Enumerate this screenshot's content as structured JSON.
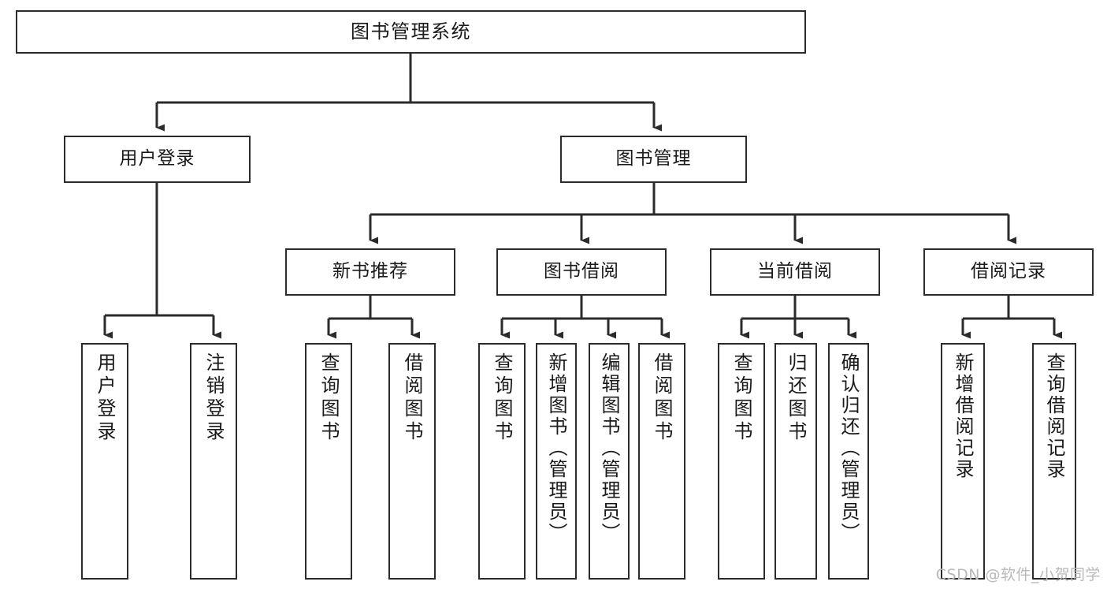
{
  "diagram": {
    "type": "tree-hierarchy",
    "title": "图书管理系统",
    "orientation": "top-down",
    "colors": {
      "box_border": "#2b2b2b",
      "box_fill": "#ffffff",
      "edge": "#2b2b2b",
      "text": "#1a1a1a",
      "watermark": "#b9b9b9",
      "background": "#ffffff"
    },
    "root": {
      "label": "图书管理系统"
    },
    "level2": [
      {
        "label": "用户登录"
      },
      {
        "label": "图书管理"
      }
    ],
    "level3": [
      {
        "label": "新书推荐"
      },
      {
        "label": "图书借阅"
      },
      {
        "label": "当前借阅"
      },
      {
        "label": "借阅记录"
      }
    ],
    "leaves": {
      "user_login": [
        {
          "label": "用户登录"
        },
        {
          "label": "注销登录"
        }
      ],
      "new_book_recommend": [
        {
          "label": "查询图书"
        },
        {
          "label": "借阅图书"
        }
      ],
      "book_borrow": [
        {
          "label": "查询图书"
        },
        {
          "label": "新增图书（管理员）"
        },
        {
          "label": "编辑图书（管理员）"
        },
        {
          "label": "借阅图书"
        }
      ],
      "current_borrow": [
        {
          "label": "查询图书"
        },
        {
          "label": "归还图书"
        },
        {
          "label": "确认归还（管理员）"
        }
      ],
      "borrow_record": [
        {
          "label": "新增借阅记录"
        },
        {
          "label": "查询借阅记录"
        }
      ]
    },
    "watermark": "CSDN @软件_小贺同学"
  }
}
